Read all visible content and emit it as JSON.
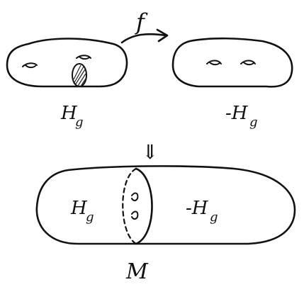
{
  "labels": {
    "map": "f",
    "left_body": "H",
    "left_body_sub": "g",
    "right_body": "-H",
    "right_body_sub": "g",
    "implies": "⇓",
    "glued_left": "H",
    "glued_left_sub": "g",
    "glued_right": "-H",
    "glued_right_sub": "g",
    "manifold": "M"
  }
}
